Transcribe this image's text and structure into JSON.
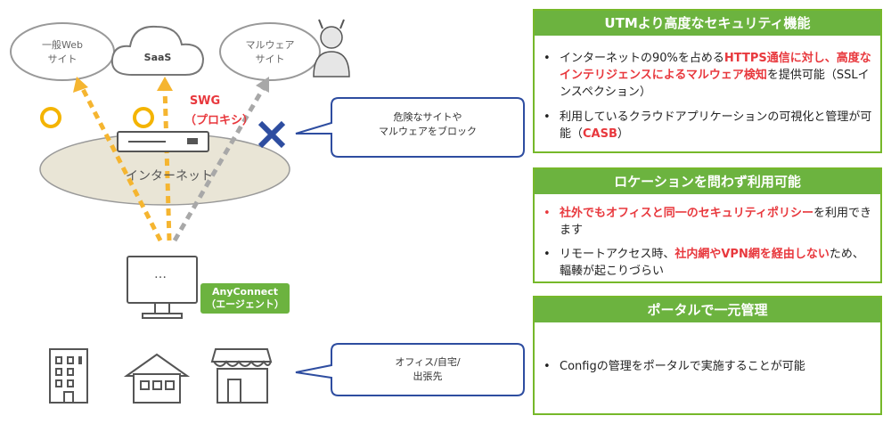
{
  "left": {
    "clouds": {
      "general_web": "一般Web\nサイト",
      "saas": "SaaS",
      "malware_site": "マルウェア\nサイト"
    },
    "swg_label_1": "SWG",
    "swg_label_2": "（プロキシ）",
    "internet_label": "インターネット",
    "callout_block": "危険なサイトや\nマルウェアをブロック",
    "callout_location": "オフィス/自宅/\n出張先",
    "agent_label_1": "AnyConnect",
    "agent_label_2": "（エージェント）",
    "monitor_dots": "…",
    "colors": {
      "accent_green": "#6cb33f",
      "ok_orange": "#f4b400",
      "blocked_gray": "#999999",
      "cross_blue": "#2e4da0",
      "red": "#e8383d"
    }
  },
  "panels": [
    {
      "title": "UTMより高度なセキュリティ機能",
      "items": [
        {
          "parts": [
            {
              "text": "インターネットの90%を占める",
              "red": false
            },
            {
              "text": "HTTPS通信に対し、高度なインテリジェンスによるマルウェア検知",
              "red": true
            },
            {
              "text": "を提供可能（SSLインスペクション）",
              "red": false
            }
          ]
        },
        {
          "parts": [
            {
              "text": "利用しているクラウドアプリケーションの可視化と管理が可能（",
              "red": false
            },
            {
              "text": "CASB",
              "red": true
            },
            {
              "text": "）",
              "red": false
            }
          ]
        }
      ]
    },
    {
      "title": "ロケーションを問わず利用可能",
      "items": [
        {
          "parts": [
            {
              "text": "社外でもオフィスと同一のセキュリティポリシー",
              "red": true
            },
            {
              "text": "を利用できます",
              "red": false
            }
          ]
        },
        {
          "parts": [
            {
              "text": "リモートアクセス時、",
              "red": false
            },
            {
              "text": "社内網やVPN網を経由しない",
              "red": true
            },
            {
              "text": "ため、輻輳が起こりづらい",
              "red": false
            }
          ]
        }
      ]
    },
    {
      "title": "ポータルで一元管理",
      "items": [
        {
          "parts": [
            {
              "text": "Configの管理をポータルで実施することが可能",
              "red": false
            }
          ]
        }
      ]
    }
  ],
  "bullet": "•"
}
